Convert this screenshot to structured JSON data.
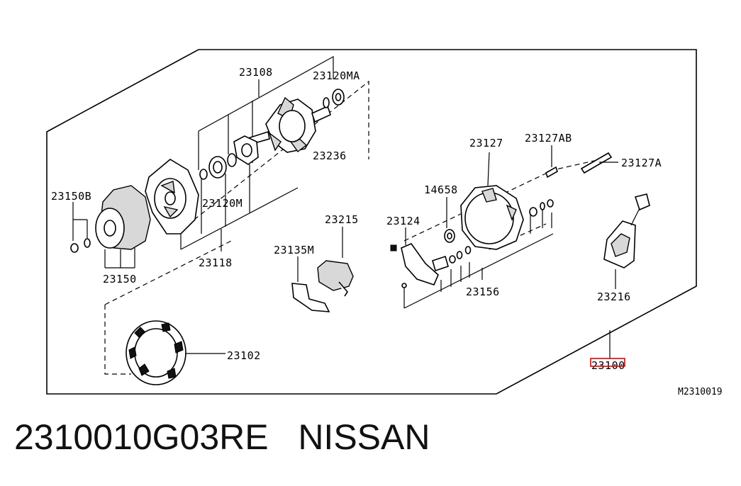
{
  "labels": {
    "p23108": "23108",
    "p23120MA": "23120MA",
    "p23236": "23236",
    "p23120M": "23120M",
    "p23118": "23118",
    "p23150B": "23150B",
    "p23150": "23150",
    "p23102": "23102",
    "p23215": "23215",
    "p23135M": "23135M",
    "p23127": "23127",
    "p23127AB": "23127AB",
    "p23127A": "23127A",
    "p14658": "14658",
    "p23124": "23124",
    "p23156": "23156",
    "p23216": "23216",
    "p23100": "23100"
  },
  "diagram_code": "M2310019",
  "caption": {
    "part_number": "2310010G03RE",
    "brand": "NISSAN"
  },
  "highlight_color": "#e00000"
}
